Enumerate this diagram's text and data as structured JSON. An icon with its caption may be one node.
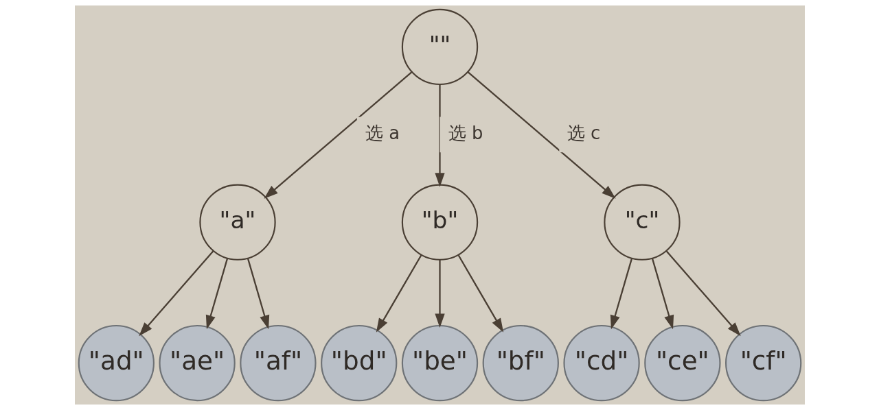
{
  "diagram": {
    "nodes": [
      {
        "text": [
          "\"\""
        ]
      },
      {
        "text": [
          "\"a\""
        ]
      },
      {
        "text": [
          "\"b\""
        ]
      },
      {
        "text": [
          "\"c\""
        ]
      },
      {
        "text": [
          "\"ad\""
        ]
      },
      {
        "text": [
          "\"ae\""
        ]
      },
      {
        "text": [
          "\"af\""
        ]
      },
      {
        "text": [
          "\"bd\""
        ]
      },
      {
        "text": [
          "\"be\""
        ]
      },
      {
        "text": [
          "\"bf\""
        ]
      },
      {
        "text": [
          "\"cd\""
        ]
      },
      {
        "text": [
          "\"ce\""
        ]
      },
      {
        "text": [
          "\"cf\""
        ]
      }
    ],
    "edges": [
      {
        "from": 0,
        "to": 1,
        "arrow": "to",
        "label": "选 a"
      },
      {
        "from": 0,
        "to": 2,
        "arrow": "to",
        "label": "选 b"
      },
      {
        "from": 0,
        "to": 3,
        "arrow": "to",
        "label": "选 c"
      },
      {
        "from": 1,
        "to": 4,
        "arrow": "to"
      },
      {
        "from": 1,
        "to": 5,
        "arrow": "to"
      },
      {
        "from": 1,
        "to": 6,
        "arrow": "to"
      },
      {
        "from": 2,
        "to": 7,
        "arrow": "to"
      },
      {
        "from": 2,
        "to": 8,
        "arrow": "to"
      },
      {
        "from": 2,
        "to": 9,
        "arrow": "to"
      },
      {
        "from": 3,
        "to": 10,
        "arrow": "to"
      },
      {
        "from": 3,
        "to": 11,
        "arrow": "to"
      },
      {
        "from": 3,
        "to": 12,
        "arrow": "to"
      }
    ]
  }
}
